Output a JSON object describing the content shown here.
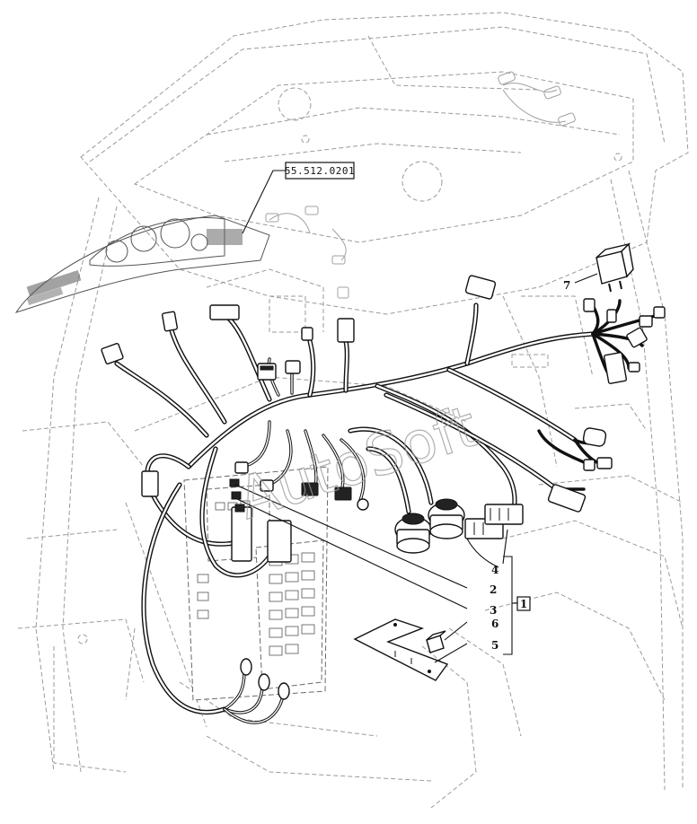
{
  "reference_label": "55.512.0201",
  "watermark": "AutoSoft",
  "callouts": [
    {
      "id": "c1",
      "label": "1",
      "boxed": true
    },
    {
      "id": "c2",
      "label": "2",
      "boxed": false
    },
    {
      "id": "c3",
      "label": "3",
      "boxed": false
    },
    {
      "id": "c4",
      "label": "4",
      "boxed": false
    },
    {
      "id": "c5",
      "label": "5",
      "boxed": false
    },
    {
      "id": "c6",
      "label": "6",
      "boxed": false
    },
    {
      "id": "c7",
      "label": "7",
      "boxed": false
    }
  ],
  "icons": {
    "dashboard": "instrument-cluster-icon",
    "relay": "relay-icon",
    "fuse_box": "fuse-box-icon",
    "wiring": "wiring-harness-icon"
  }
}
